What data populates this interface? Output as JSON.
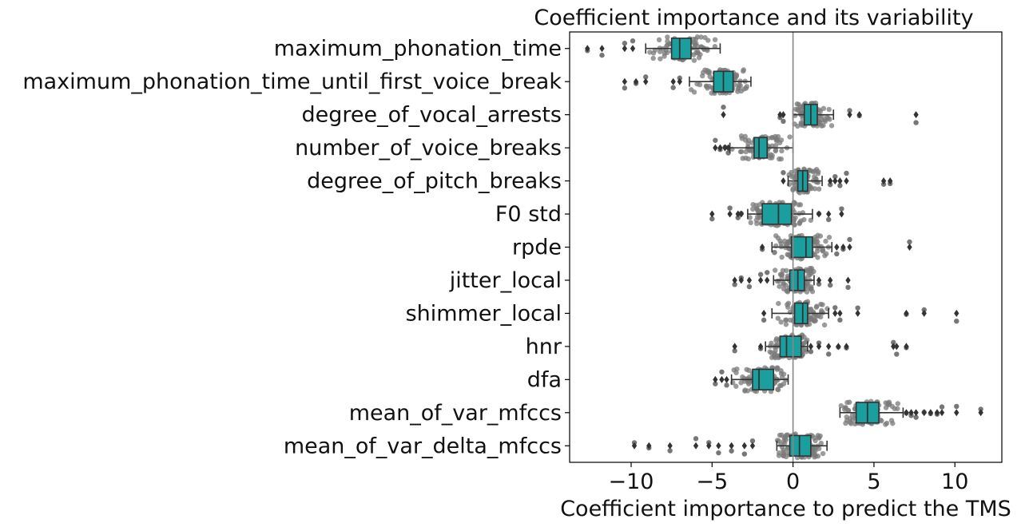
{
  "chart_data": {
    "type": "box",
    "title": "Coefficient importance and its variability",
    "xlabel": "Coefficient importance to predict the TMS",
    "ylabel": "",
    "xlim": [
      -13.8,
      12.9
    ],
    "xticks": [
      -10,
      -5,
      0,
      5,
      10
    ],
    "xtick_labels": [
      "−10",
      "−5",
      "0",
      "5",
      "10"
    ],
    "reference_line_x": 0,
    "box_color": "#1a9e9e",
    "point_color": "#7a7a7a",
    "grid": false,
    "categories": [
      "maximum_phonation_time",
      "maximum_phonation_time_until_first_voice_break",
      "degree_of_vocal_arrests",
      "number_of_voice_breaks",
      "degree_of_pitch_breaks",
      "F0 std",
      "rpde",
      "jitter_local",
      "shimmer_local",
      "hnr",
      "dfa",
      "mean_of_var_mfccs",
      "mean_of_var_delta_mfccs"
    ],
    "boxes": [
      {
        "whisker_low": -9.1,
        "q1": -7.5,
        "median": -7.0,
        "q3": -6.3,
        "whisker_high": -4.5,
        "outliers": [
          -12.7,
          -11.8,
          -10.4,
          -9.9
        ]
      },
      {
        "whisker_low": -6.4,
        "q1": -4.9,
        "median": -4.3,
        "q3": -3.7,
        "whisker_high": -2.6,
        "outliers": [
          -10.4,
          -9.7,
          -9.1,
          -7.4,
          -7.0
        ]
      },
      {
        "whisker_low": 0.0,
        "q1": 0.7,
        "median": 1.1,
        "q3": 1.5,
        "whisker_high": 2.5,
        "outliers": [
          -4.3,
          -0.8,
          -0.6,
          3.5,
          4.1,
          7.6
        ]
      },
      {
        "whisker_low": -3.9,
        "q1": -2.4,
        "median": -2.1,
        "q3": -1.6,
        "whisker_high": 0.0,
        "outliers": [
          -4.8,
          -4.5,
          -4.2,
          -4.0
        ]
      },
      {
        "whisker_low": -0.3,
        "q1": 0.3,
        "median": 0.6,
        "q3": 0.9,
        "whisker_high": 1.8,
        "outliers": [
          -0.6,
          2.3,
          2.6,
          2.9,
          3.3,
          5.6,
          6.0
        ]
      },
      {
        "whisker_low": -2.8,
        "q1": -1.9,
        "median": -0.9,
        "q3": -0.1,
        "whisker_high": 1.2,
        "outliers": [
          -5.0,
          -3.9,
          -3.4,
          -3.2,
          1.6,
          2.2,
          3.0
        ]
      },
      {
        "whisker_low": -1.3,
        "q1": -0.1,
        "median": 0.8,
        "q3": 1.2,
        "whisker_high": 2.4,
        "outliers": [
          -1.9,
          2.7,
          3.1,
          3.5,
          7.2
        ]
      },
      {
        "whisker_low": -1.2,
        "q1": -0.2,
        "median": 0.3,
        "q3": 0.7,
        "whisker_high": 1.3,
        "outliers": [
          -3.6,
          -3.2,
          -2.7,
          -2.0,
          -1.6,
          1.6,
          2.3,
          3.4
        ]
      },
      {
        "whisker_low": -1.3,
        "q1": 0.1,
        "median": 0.6,
        "q3": 0.9,
        "whisker_high": 2.2,
        "outliers": [
          -1.8,
          2.6,
          2.9,
          4.0,
          7.0,
          8.1,
          10.1
        ]
      },
      {
        "whisker_low": -1.7,
        "q1": -0.8,
        "median": -0.4,
        "q3": 0.5,
        "whisker_high": 0.9,
        "outliers": [
          -3.6,
          -2.0,
          1.1,
          1.6,
          2.2,
          2.8,
          3.3,
          6.2,
          6.4,
          7.0
        ]
      },
      {
        "whisker_low": -3.8,
        "q1": -2.5,
        "median": -2.1,
        "q3": -1.2,
        "whisker_high": -0.3,
        "outliers": [
          -4.8,
          -4.4,
          -4.1
        ]
      },
      {
        "whisker_low": 2.9,
        "q1": 3.9,
        "median": 4.6,
        "q3": 5.3,
        "whisker_high": 6.8,
        "outliers": [
          7.0,
          7.3,
          7.6,
          8.1,
          8.5,
          8.9,
          9.2,
          10.1,
          11.6
        ]
      },
      {
        "whisker_low": -1.0,
        "q1": -0.2,
        "median": 0.4,
        "q3": 1.1,
        "whisker_high": 2.1,
        "outliers": [
          -9.8,
          -8.9,
          -7.6,
          -6.0,
          -5.2,
          -4.6,
          -3.8,
          -3.0,
          -2.5
        ]
      }
    ]
  }
}
